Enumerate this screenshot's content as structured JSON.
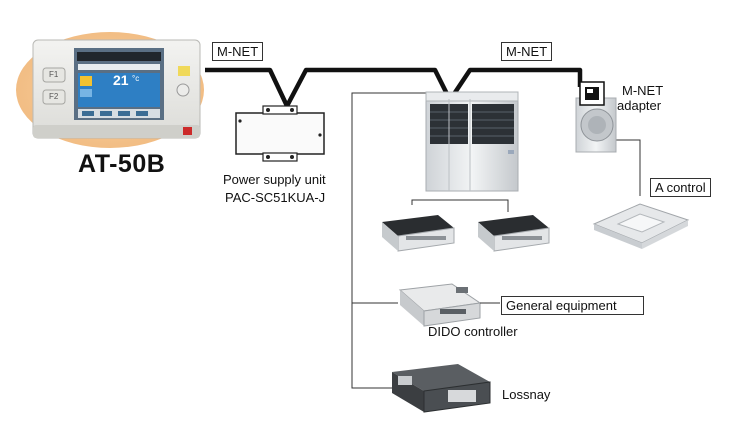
{
  "diagram": {
    "controller": {
      "model": "AT-50B",
      "screen_temperature": "21",
      "screen_unit": "°c",
      "f1_label": "F1",
      "f2_label": "F2"
    },
    "wiring": {
      "mnet_label_left": "M-NET",
      "mnet_label_right": "M-NET"
    },
    "power_supply": {
      "title": "Power supply unit",
      "model": "PAC-SC51KUA-J"
    },
    "mnet_adapter": {
      "line1": "M-NET",
      "line2": "adapter"
    },
    "a_control_label": "A control",
    "general_equipment_label": "General equipment",
    "dido_label": "DIDO controller",
    "lossnay_label": "Lossnay",
    "colors": {
      "controller_glow": "#f5c890",
      "unit_gray": "#dcdfe2",
      "line": "#111111",
      "screen_blue": "#2e7fc4"
    }
  }
}
